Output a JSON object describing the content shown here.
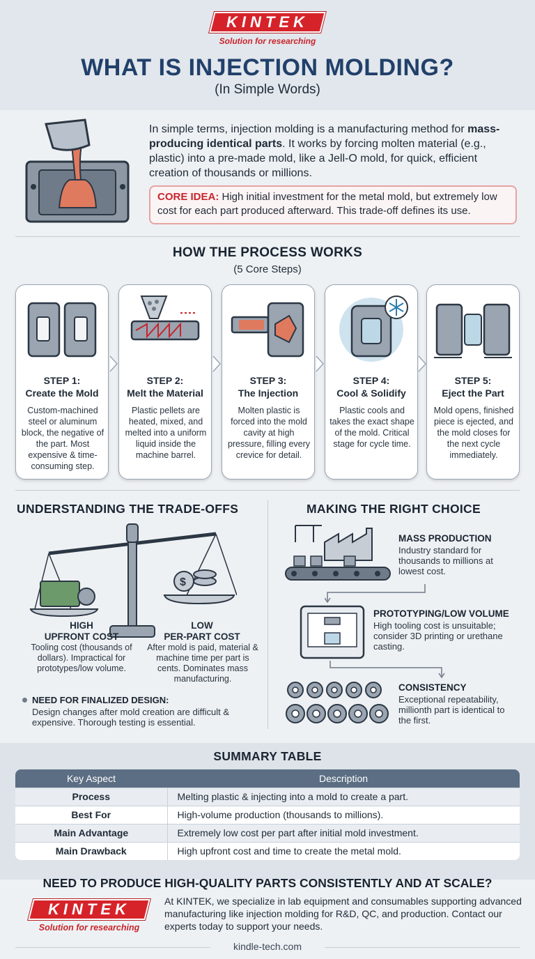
{
  "header": {
    "logo_text": "KINTEK",
    "logo_tagline": "Solution for researching",
    "title": "WHAT IS INJECTION MOLDING?",
    "subtitle": "(In Simple Words)"
  },
  "intro": {
    "text_pre": "In simple terms, injection molding is a manufacturing method for ",
    "text_bold": "mass-producing identical parts",
    "text_post": ". It works by forcing molten material (e.g., plastic) into a pre-made mold, like a Jell-O mold, for quick, efficient creation of thousands or millions.",
    "core_label": "CORE IDEA:",
    "core_text": " High initial investment for the metal mold, but extremely low cost for each part produced afterward. This trade-off defines its use."
  },
  "process": {
    "title": "HOW THE PROCESS WORKS",
    "subtitle": "(5 Core Steps)",
    "steps": [
      {
        "label": "STEP 1:",
        "name": "Create the Mold",
        "desc": "Custom-machined steel or aluminum block, the negative of the part. Most expensive & time-consuming step."
      },
      {
        "label": "STEP 2:",
        "name": "Melt the Material",
        "desc": "Plastic pellets are heated, mixed, and melted into a uniform liquid inside the machine barrel."
      },
      {
        "label": "STEP 3:",
        "name": "The Injection",
        "desc": "Molten plastic is forced into the mold cavity at high pressure, filling every crevice for detail."
      },
      {
        "label": "STEP 4:",
        "name": "Cool & Solidify",
        "desc": "Plastic cools and takes the exact shape of the mold. Critical stage for cycle time."
      },
      {
        "label": "STEP 5:",
        "name": "Eject the Part",
        "desc": "Mold opens, finished piece is ejected, and the mold closes for the next cycle immediately."
      }
    ]
  },
  "tradeoffs": {
    "title": "UNDERSTANDING THE TRADE-OFFS",
    "high_title_1": "HIGH",
    "high_title_2": "UPFRONT COST",
    "high_desc": "Tooling cost (thousands of dollars). Impractical for prototypes/low volume.",
    "low_title_1": "LOW",
    "low_title_2": "PER-PART COST",
    "low_desc": "After mold is paid, material & machine time per part is cents. Dominates mass manufacturing.",
    "design_title": "NEED FOR FINALIZED DESIGN:",
    "design_desc": "Design changes after mold creation are difficult & expensive. Thorough testing is essential."
  },
  "choice": {
    "title": "MAKING THE RIGHT CHOICE",
    "items": [
      {
        "title": "MASS PRODUCTION",
        "desc": "Industry standard for thousands to millions at lowest cost."
      },
      {
        "title": "PROTOTYPING/LOW VOLUME",
        "desc": "High tooling cost is unsuitable; consider 3D printing or urethane casting."
      },
      {
        "title": "CONSISTENCY",
        "desc": "Exceptional repeatability, millionth part is identical to the first."
      }
    ]
  },
  "summary": {
    "title": "SUMMARY TABLE",
    "headers": [
      "Key Aspect",
      "Description"
    ],
    "rows": [
      {
        "k": "Process",
        "v": "Melting plastic & injecting into a mold to create a part."
      },
      {
        "k": "Best For",
        "v": "High-volume production (thousands to millions)."
      },
      {
        "k": "Main Advantage",
        "v": "Extremely low cost per part after initial mold investment."
      },
      {
        "k": "Main Drawback",
        "v": "High upfront cost and time to create the metal mold."
      }
    ]
  },
  "cta": {
    "title": "NEED TO PRODUCE HIGH-QUALITY PARTS CONSISTENTLY AND AT SCALE?",
    "text": "At KINTEK, we specialize in lab equipment and consumables supporting advanced manufacturing like injection molding for R&D, QC, and production. Contact our experts today to support your needs.",
    "logo_text": "KINTEK",
    "logo_tagline": "Solution for researching",
    "footer": "kindle-tech.com"
  },
  "colors": {
    "brand_red": "#d6232a",
    "title_navy": "#21406a",
    "table_header": "#5c6e83"
  }
}
